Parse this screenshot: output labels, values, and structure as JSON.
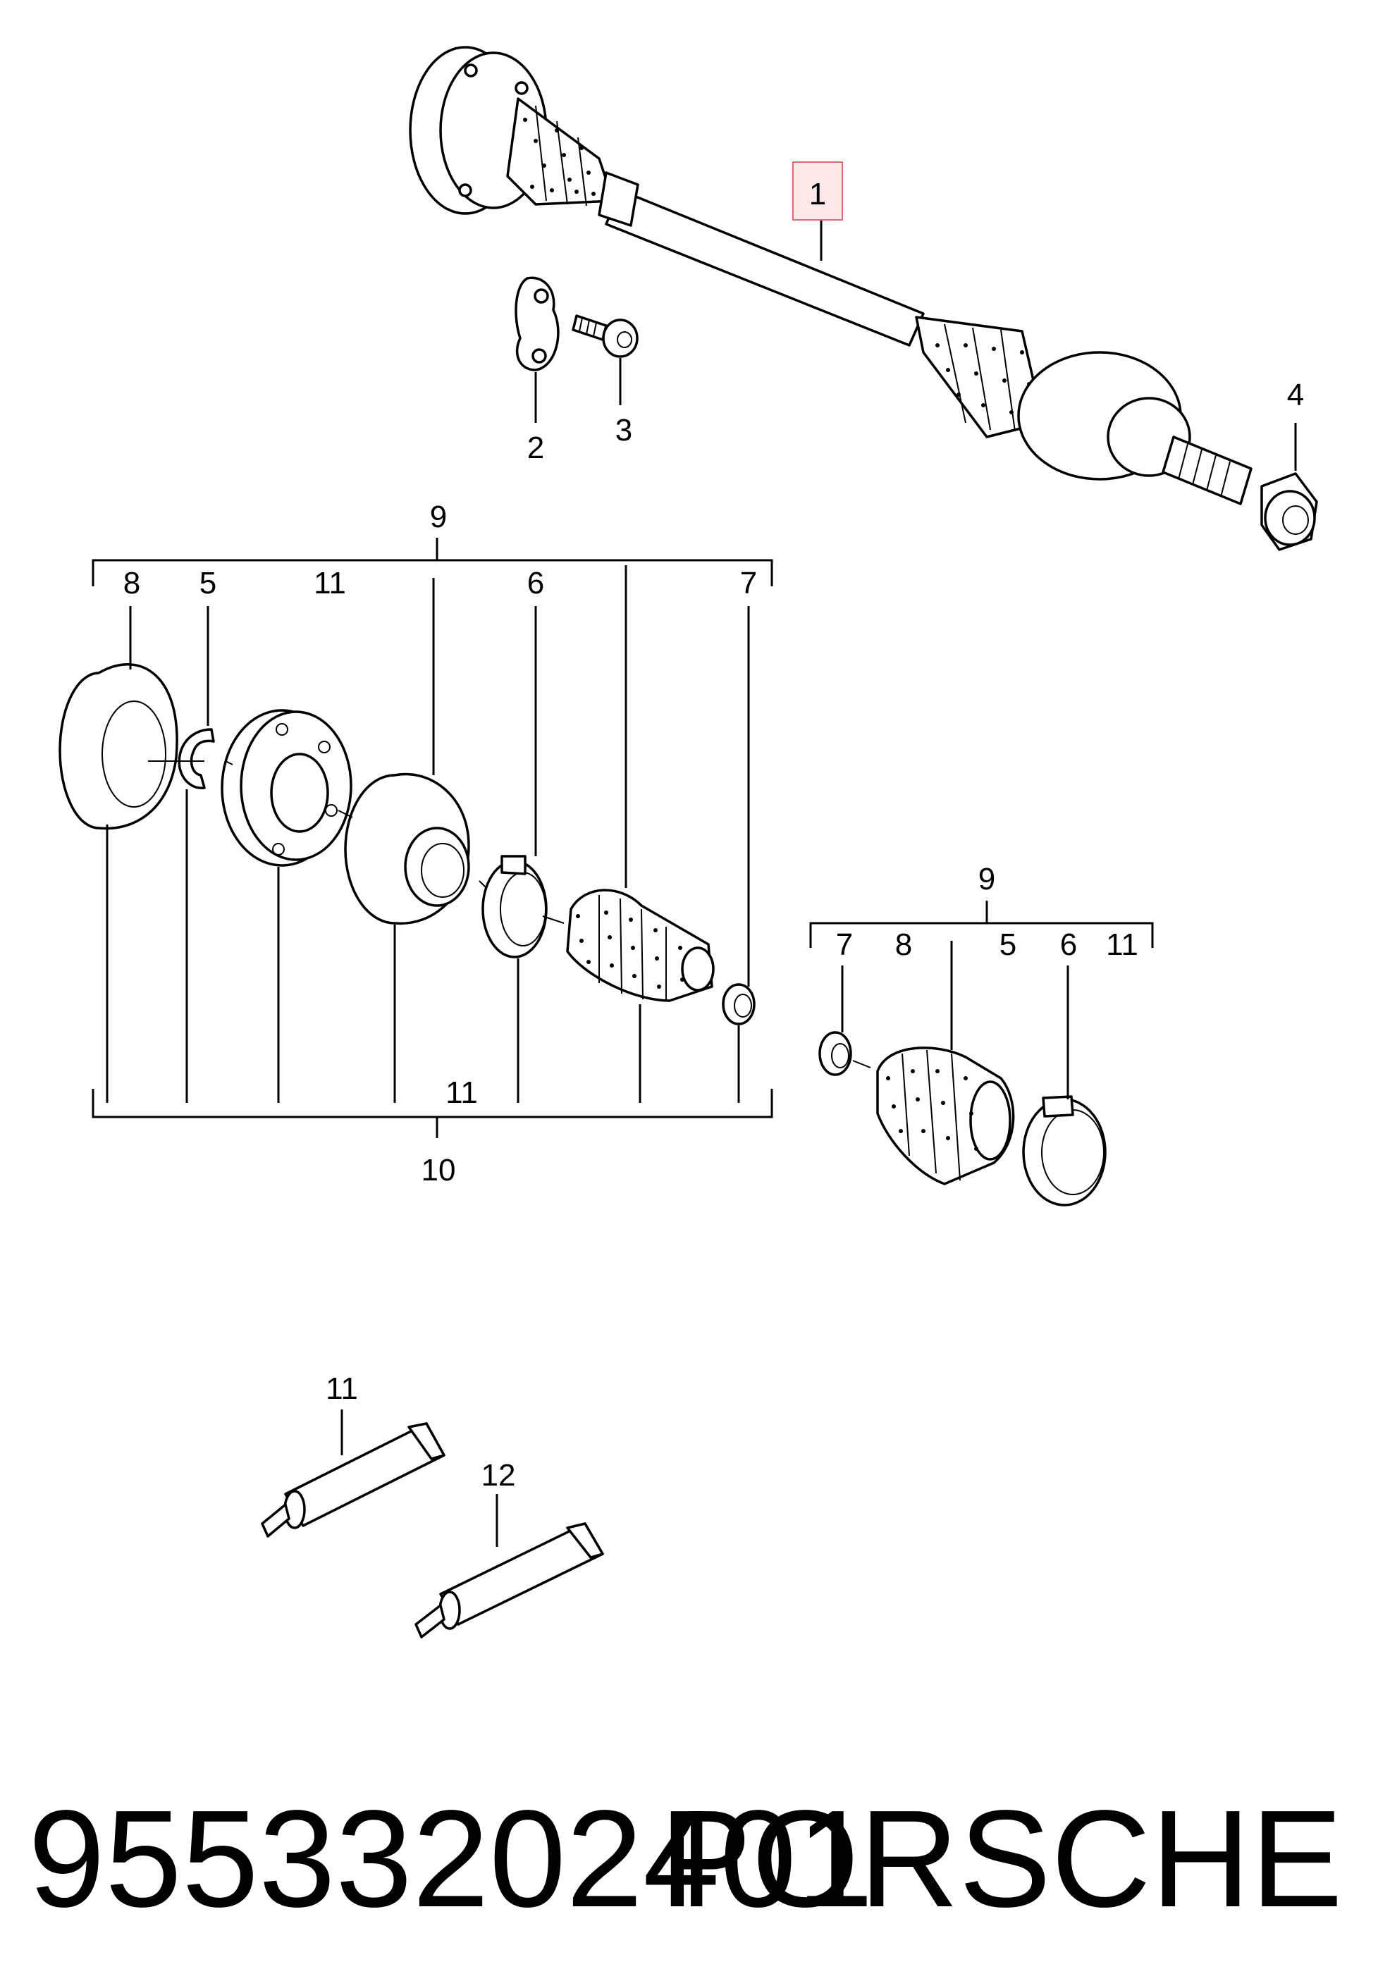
{
  "callouts": {
    "c1": "1",
    "c2": "2",
    "c3": "3",
    "c4": "4",
    "left_group_top": "9",
    "left_8": "8",
    "left_5": "5",
    "left_11_top": "11",
    "left_6": "6",
    "left_7": "7",
    "left_11_bottom": "11",
    "left_group_bottom": "10",
    "right_group_top": "9",
    "right_7": "7",
    "right_8": "8",
    "right_5": "5",
    "right_6": "6",
    "right_11": "11",
    "tube_11": "11",
    "tube_12": "12"
  },
  "highlight_color": "#e06b74",
  "highlight_fill": "#fde9ea",
  "footer": {
    "part_number": "95533202401",
    "brand": "PORSCHE"
  }
}
